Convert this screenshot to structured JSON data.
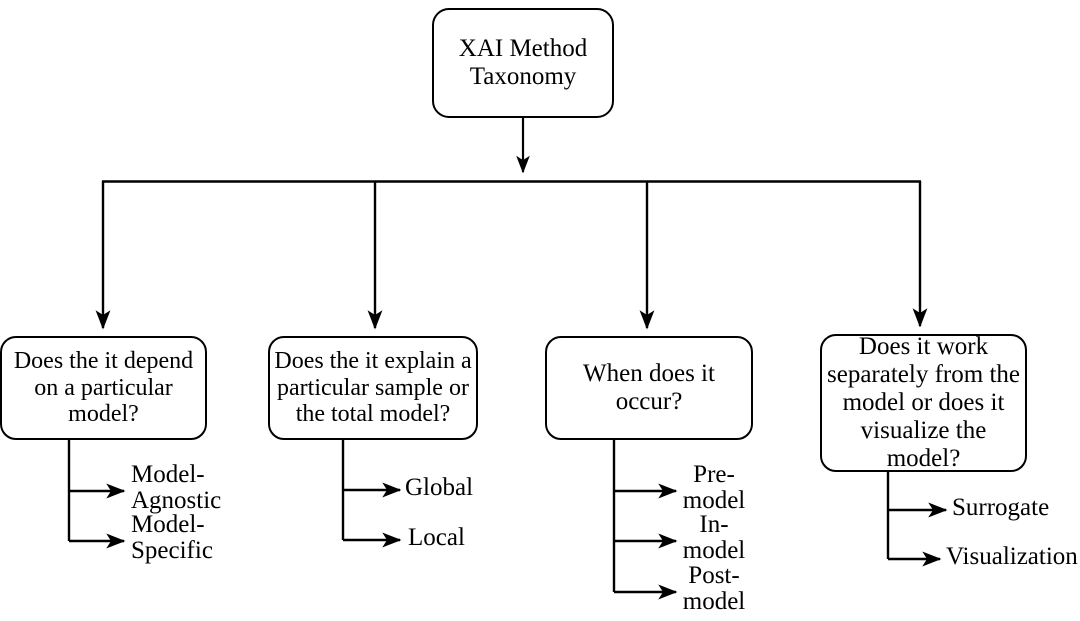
{
  "diagram": {
    "title": "XAI Method Taxonomy",
    "type": "tree-flowchart",
    "root": {
      "id": "root",
      "label": "XAI Method\nTaxonomy"
    },
    "branches": [
      {
        "id": "branch-model-dependency",
        "question": "Does the it depend\non a particular\nmodel?",
        "leaves": [
          {
            "id": "leaf-model-agnostic",
            "label": "Model-\nAgnostic"
          },
          {
            "id": "leaf-model-specific",
            "label": "Model-\nSpecific"
          }
        ]
      },
      {
        "id": "branch-scope",
        "question": "Does the it explain a\nparticular sample or\nthe total model?",
        "leaves": [
          {
            "id": "leaf-global",
            "label": "Global"
          },
          {
            "id": "leaf-local",
            "label": "Local"
          }
        ]
      },
      {
        "id": "branch-stage",
        "question": "When does it occur?",
        "leaves": [
          {
            "id": "leaf-pre-model",
            "label": "Pre-\nmodel"
          },
          {
            "id": "leaf-in-model",
            "label": "In-\nmodel"
          },
          {
            "id": "leaf-post-model",
            "label": "Post-\nmodel"
          }
        ]
      },
      {
        "id": "branch-mechanism",
        "question": "Does it work\nseparately from the\nmodel or does it\nvisualize the\nmodel?",
        "leaves": [
          {
            "id": "leaf-surrogate",
            "label": "Surrogate"
          },
          {
            "id": "leaf-visualization",
            "label": "Visualization"
          }
        ]
      }
    ],
    "style": {
      "stroke_color": "#000000",
      "text_color": "#000000",
      "background_color": "#ffffff",
      "node_fill": "#ffffff"
    }
  }
}
